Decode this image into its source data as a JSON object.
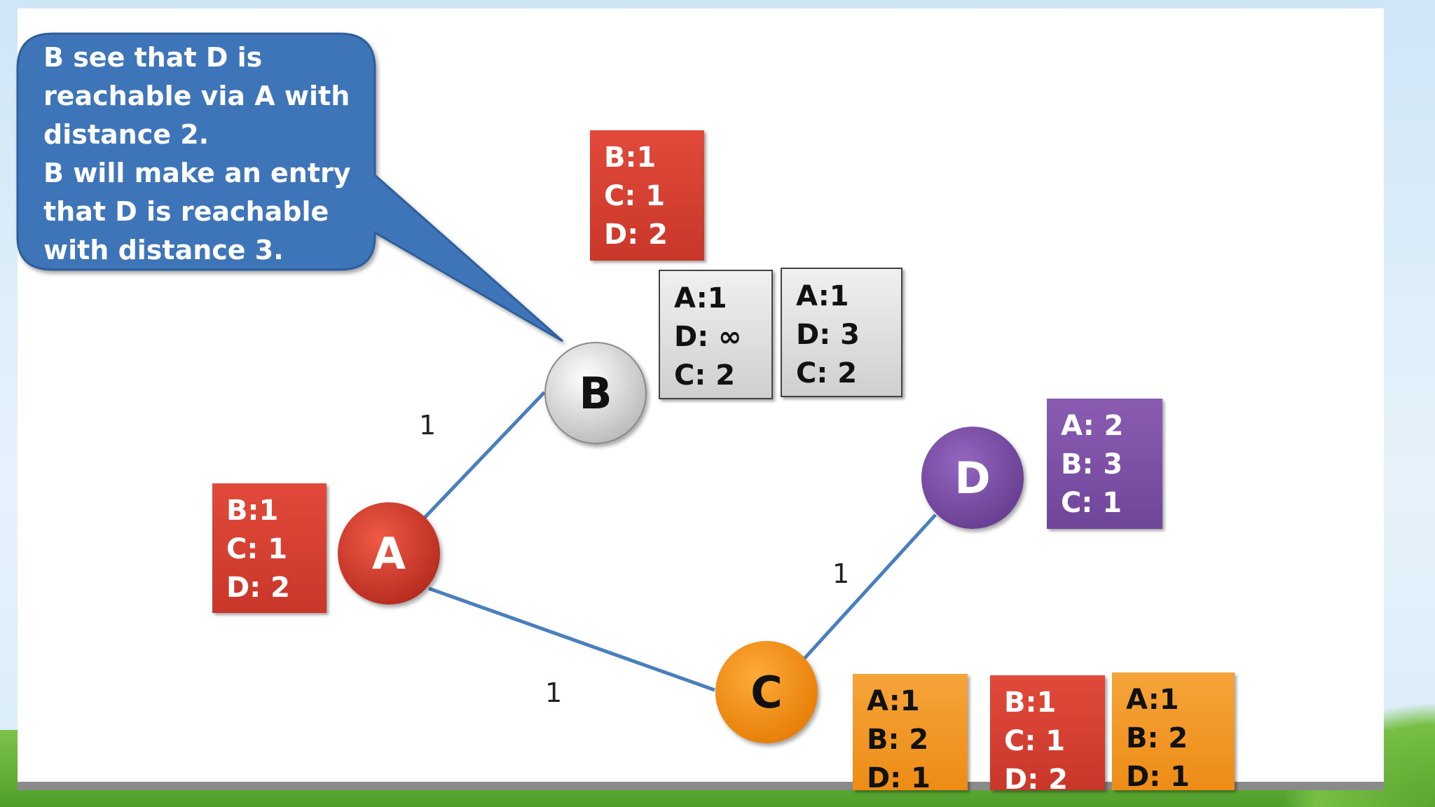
{
  "callout": {
    "lines": [
      "B see that D is",
      "reachable via A with",
      "distance 2.",
      "B will make an entry",
      "that D is reachable",
      "with distance 3."
    ]
  },
  "nodes": {
    "A": {
      "label": "A",
      "color": "#d0352a"
    },
    "B": {
      "label": "B",
      "color": "#d6d6d6"
    },
    "C": {
      "label": "C",
      "color": "#f08c12"
    },
    "D": {
      "label": "D",
      "color": "#7a4aa6"
    }
  },
  "edges": [
    {
      "from": "A",
      "to": "B",
      "weight": "1"
    },
    {
      "from": "A",
      "to": "C",
      "weight": "1"
    },
    {
      "from": "C",
      "to": "D",
      "weight": "1"
    }
  ],
  "tables": {
    "a_table": [
      "B:1",
      "C: 1",
      "D: 2"
    ],
    "b_top_table": [
      "B:1",
      "C: 1",
      "D: 2"
    ],
    "b_old_table": [
      "A:1",
      "D: ∞",
      "C: 2"
    ],
    "b_new_table": [
      "A:1",
      "D: 3",
      "C: 2"
    ],
    "d_table": [
      "A: 2",
      "B:  3",
      "C: 1"
    ],
    "c_table_1": [
      "A:1",
      "B:  2",
      "D: 1"
    ],
    "c_table_2": [
      "B:1",
      "C: 1",
      "D: 2"
    ],
    "c_table_3": [
      "A:1",
      "B:  2",
      "D: 1"
    ]
  }
}
